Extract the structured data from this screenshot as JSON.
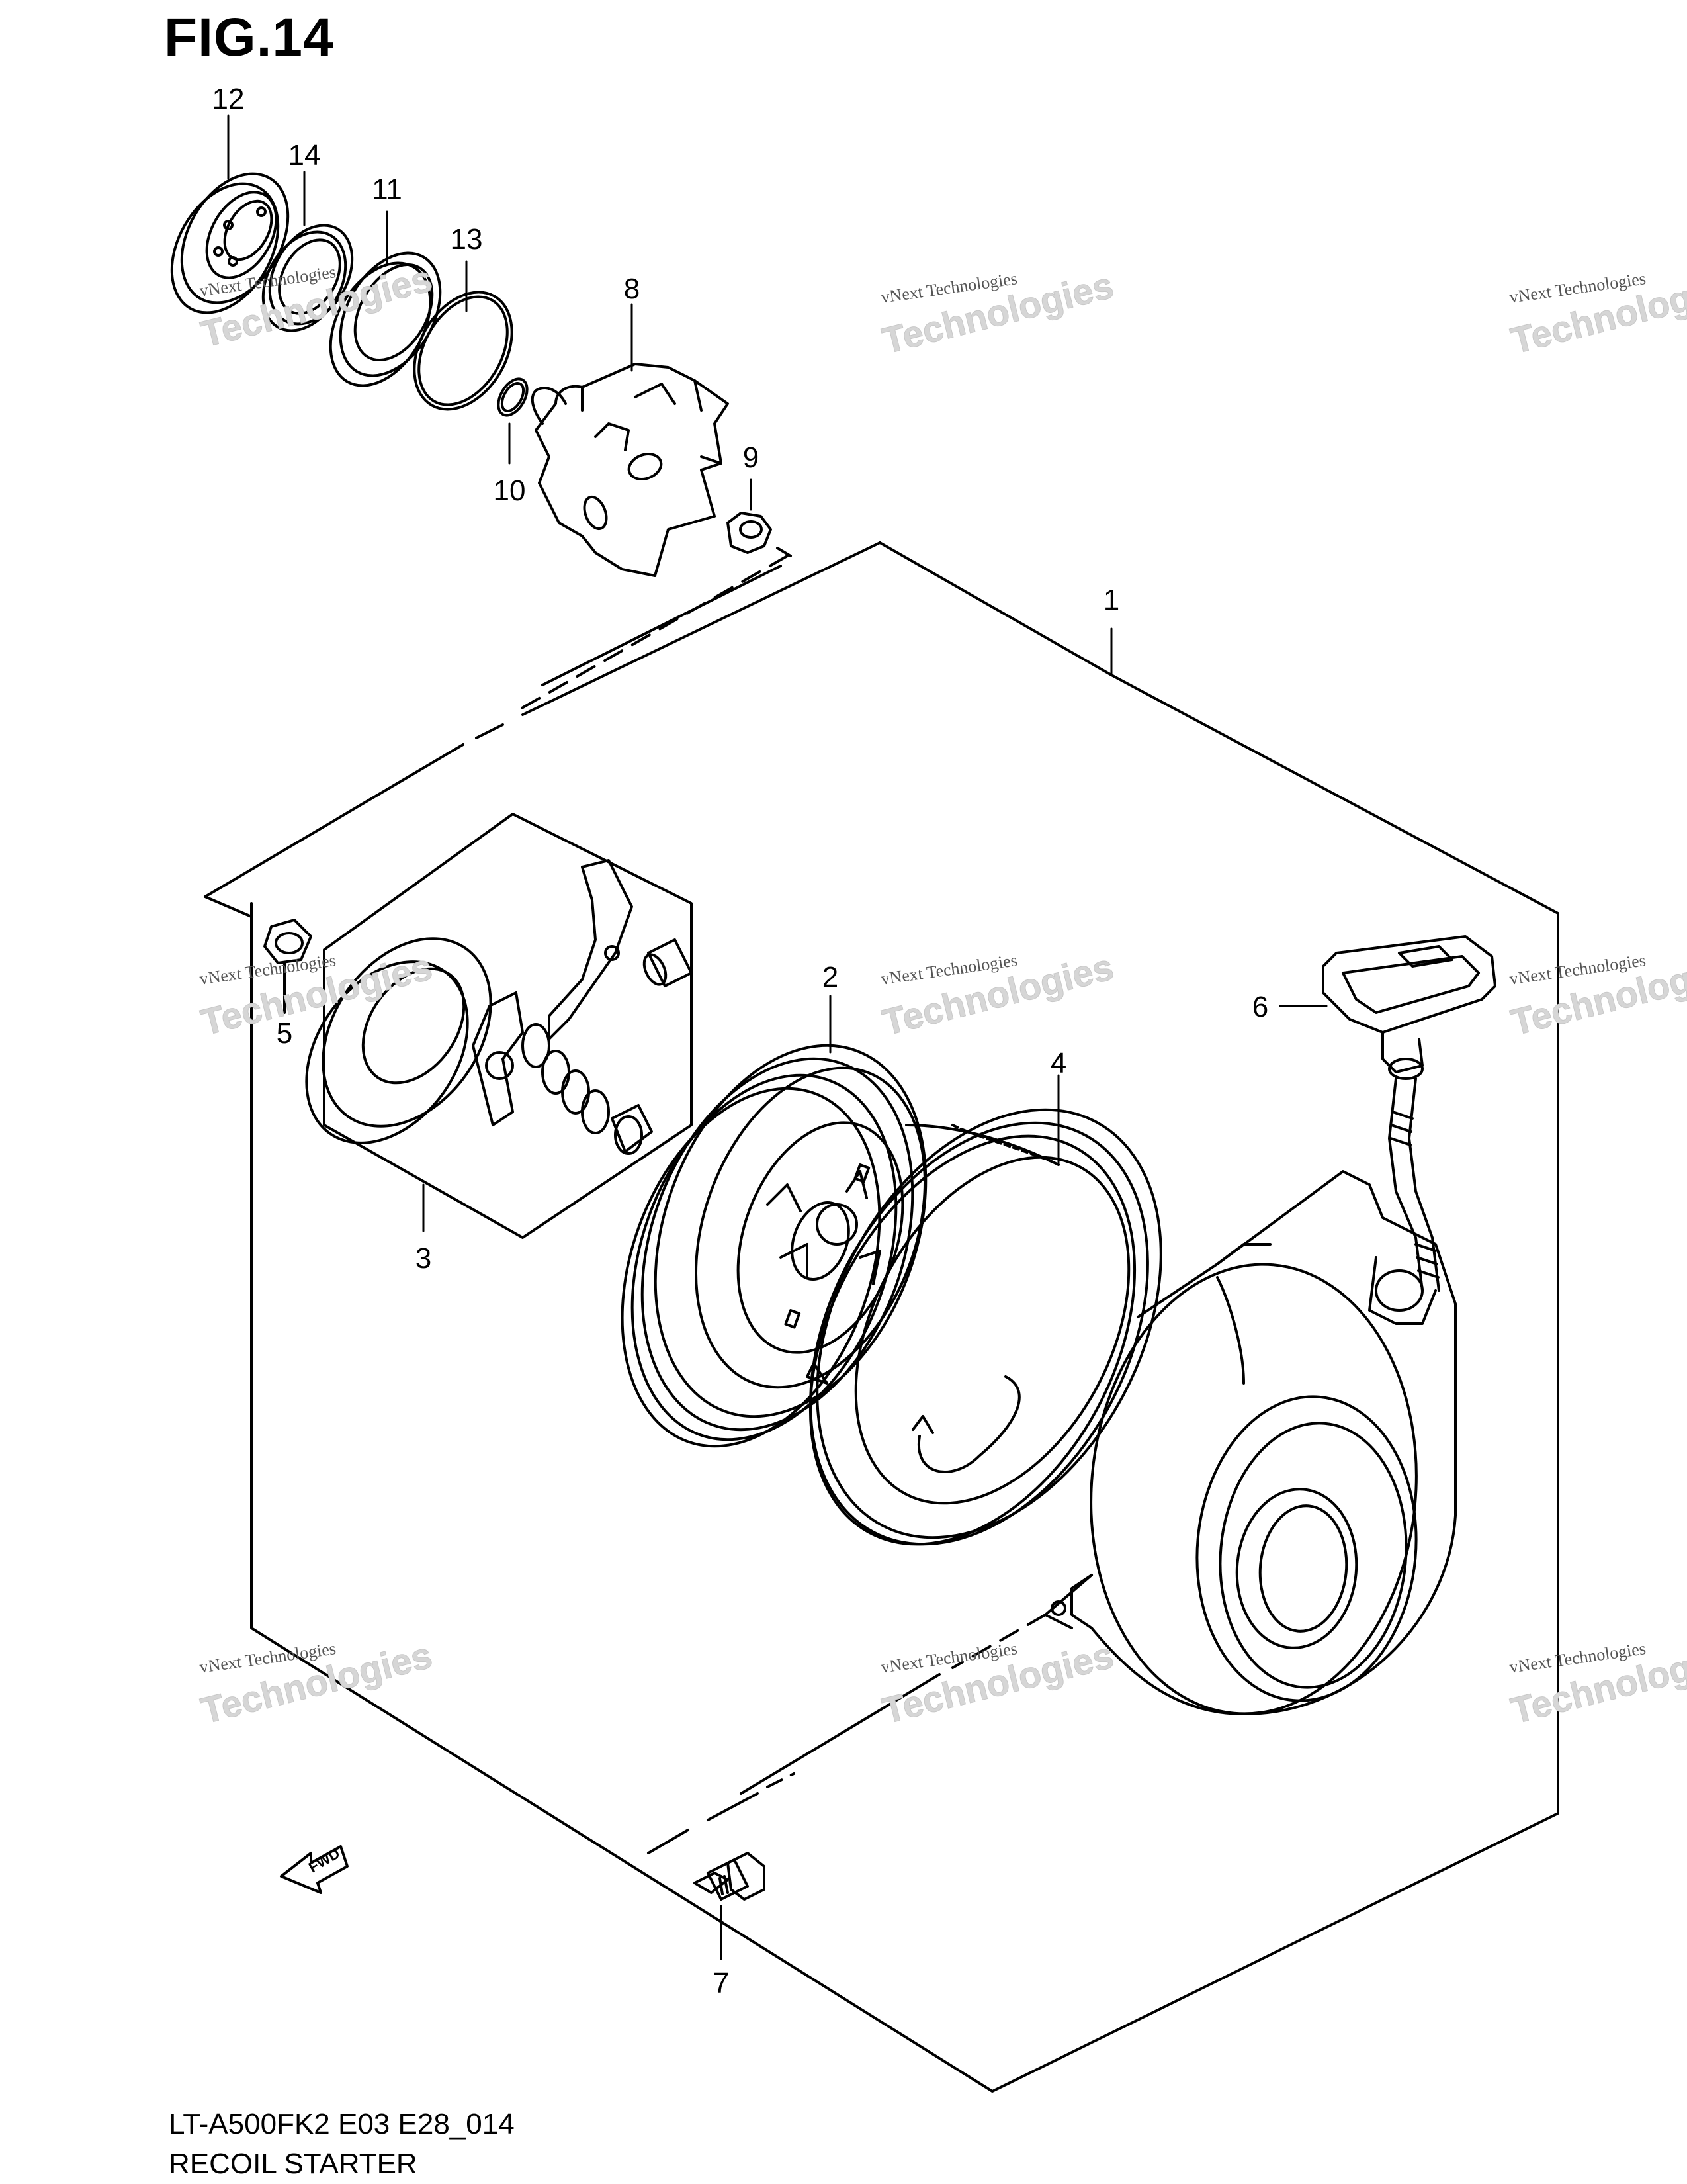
{
  "figure": {
    "title": "FIG.14",
    "code": "LT-A500FK2 E03 E28_014",
    "name": "RECOIL STARTER"
  },
  "callouts": {
    "c1": "1",
    "c2": "2",
    "c3": "3",
    "c4": "4",
    "c5": "5",
    "c6": "6",
    "c7": "7",
    "c8": "8",
    "c9": "9",
    "c10": "10",
    "c11": "11",
    "c12": "12",
    "c13": "13",
    "c14": "14"
  },
  "watermark": {
    "line1": "vNext Technologies",
    "line2": "Technologies"
  },
  "fwd_label": "FWD"
}
